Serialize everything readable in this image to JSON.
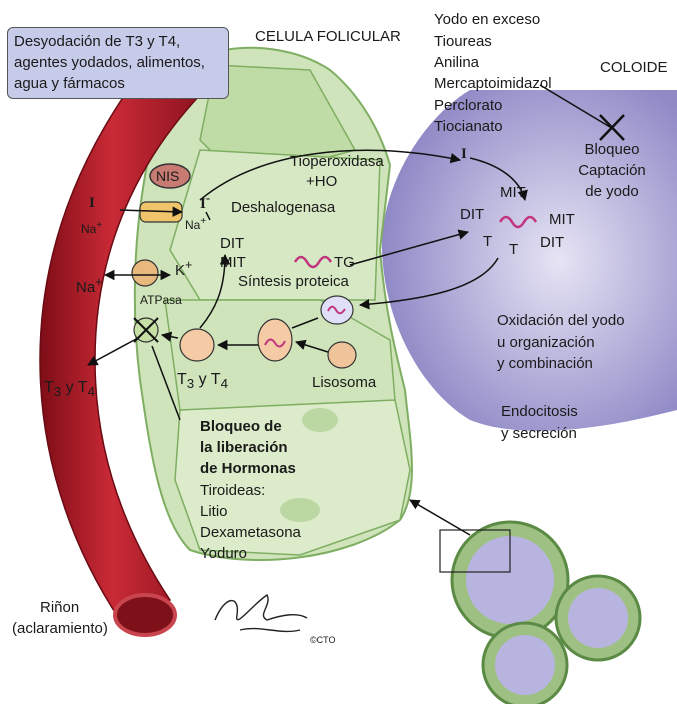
{
  "info_box": {
    "lines": [
      "Desyodación de T3 y T4,",
      "agentes yodados, alimentos,",
      "agua y fármacos"
    ],
    "color": "#c7cbea"
  },
  "cell_title": "CELULA FOLICULAR",
  "colloid_title": "COLOIDE",
  "iodine_excess": [
    "Yodo en exceso",
    "Tioureas",
    "Anilina",
    "Mercaptoimidazol",
    "Perclorato",
    "Tiocianato"
  ],
  "uptake_block": [
    "Bloqueo",
    "Captación",
    "de yodo"
  ],
  "nis": "NIS",
  "iodide_left": "I",
  "iodide_right": "I",
  "iodide_sup": "-",
  "na": "Na",
  "na_sup": "+",
  "iodide_colloid": "I",
  "tpo": [
    "Tioperoxidasa",
    "+HO"
  ],
  "dehalogenase": "Deshalogenasa",
  "dit_mit": [
    "DIT",
    "MIT"
  ],
  "k_ion": "K",
  "atpase": "ATPasa",
  "tg": "TG",
  "protein_synthesis": "Síntesis proteica",
  "colloid_labels": {
    "mit_top": "MIT",
    "dit_left": "DIT",
    "mit_right": "MIT",
    "dit_right": "DIT",
    "t1": "T",
    "t2": "T"
  },
  "oxidation": [
    "Oxidación del yodo",
    "u organización",
    "y combinación"
  ],
  "endocytosis": [
    "Endocitosis",
    "y secreción"
  ],
  "lysosome": "Lisosoma",
  "t3t4_label": {
    "t": "T",
    "a": "3",
    "y": " y T",
    "b": "4"
  },
  "release_block": [
    "Bloqueo de",
    "la liberación",
    "de Hormonas"
  ],
  "thyroid_drugs": [
    "Tiroideas:",
    "Litio",
    "Dexametasona",
    "Yoduro"
  ],
  "kidney": [
    "Riñon",
    "(aclaramiento)"
  ],
  "copyright": "©CTO",
  "colors": {
    "vessel": "#b41e2a",
    "cell": "#c9e0b2",
    "colloid": "#b7b3dc",
    "tg_coil": "#c2357c"
  }
}
